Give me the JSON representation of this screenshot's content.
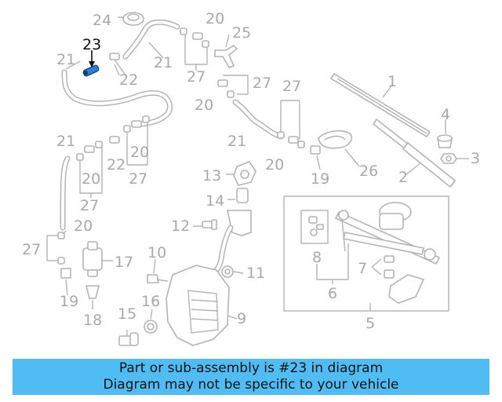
{
  "callouts": {
    "n1": "1",
    "n2": "2",
    "n3": "3",
    "n4": "4",
    "n5": "5",
    "n6": "6",
    "n7": "7",
    "n8": "8",
    "n9": "9",
    "n10": "10",
    "n11": "11",
    "n12": "12",
    "n13": "13",
    "n14": "14",
    "n15": "15",
    "n16": "16",
    "n17": "17",
    "n18": "18",
    "n19": "19",
    "n20": "20",
    "n21": "21",
    "n22": "22",
    "n23": "23",
    "n24": "24",
    "n25": "25",
    "n26": "26",
    "n27": "27"
  },
  "highlight": {
    "label": "23",
    "color": "#111111",
    "part_color": "#2a7fd6"
  },
  "colors": {
    "line_art": "#b4b4b4",
    "label_gray": "#a9a9a9",
    "banner_bg": "#4fbdf4"
  },
  "banner": {
    "line1": "Part or sub-assembly is #23 in diagram",
    "line2": "Diagram may not be specific to your vehicle"
  }
}
